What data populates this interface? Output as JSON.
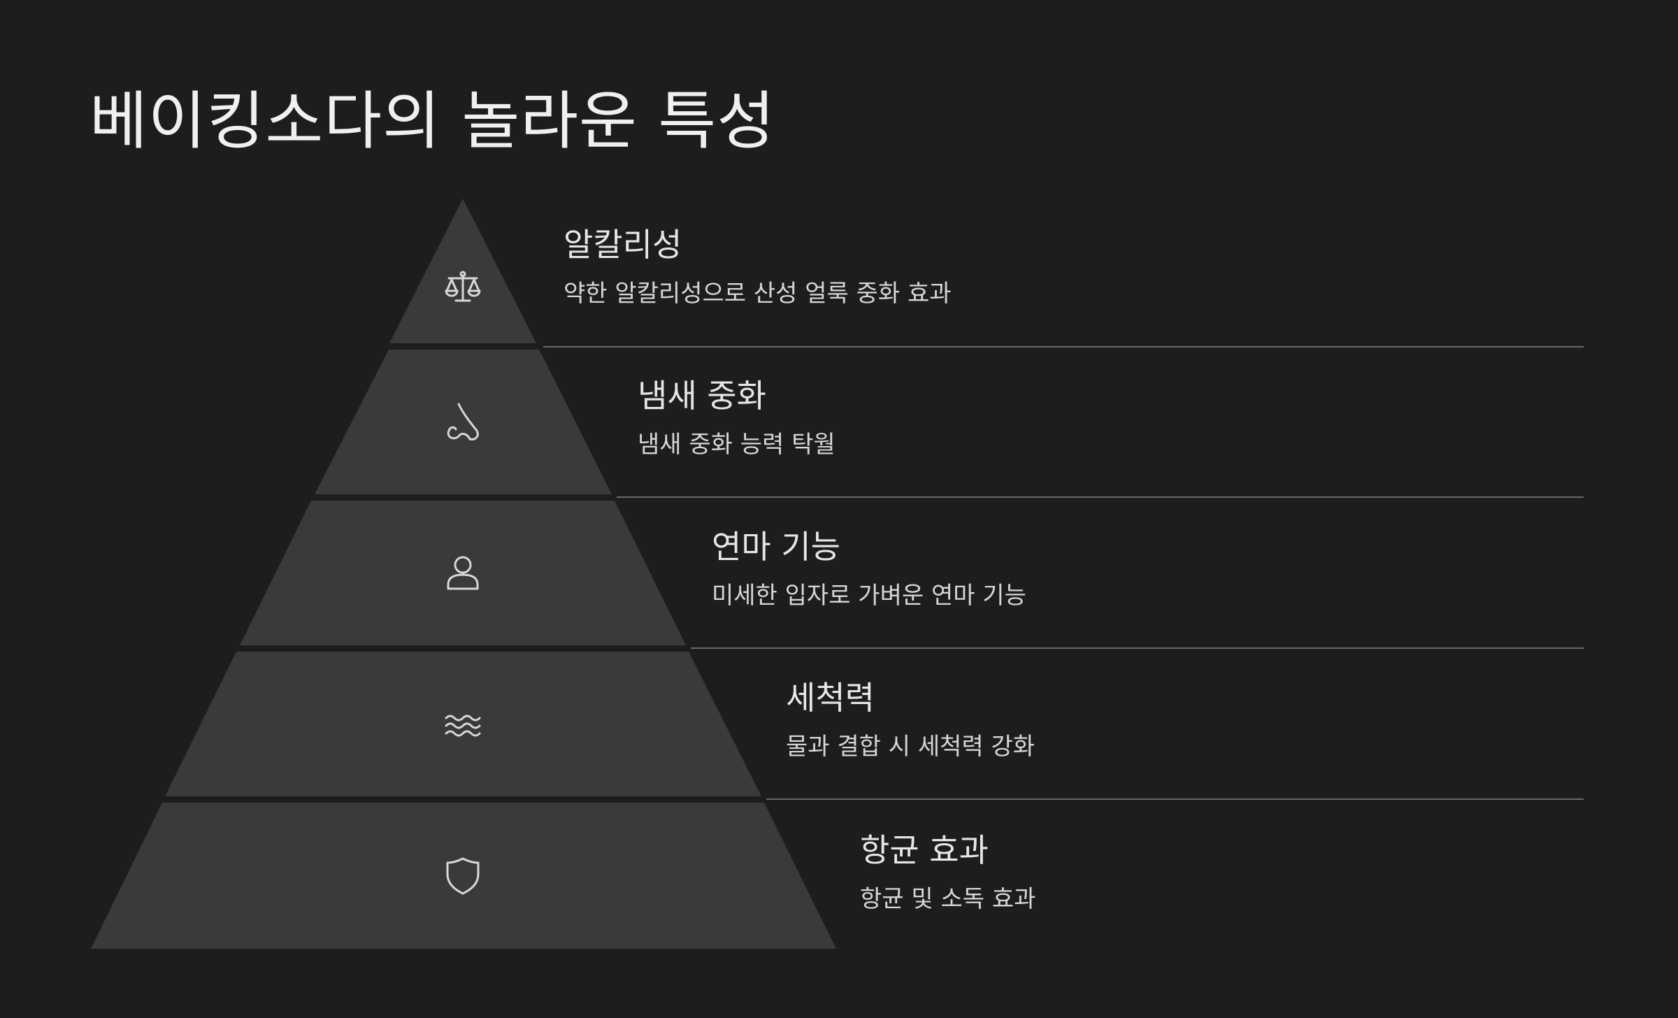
{
  "slide": {
    "title": "베이킹소다의 놀라운 특성"
  },
  "pyramid": {
    "tiers": [
      {
        "heading": "알칼리성",
        "description": "약한 알칼리성으로 산성 얼룩 중화 효과",
        "icon": "balance-scale-icon"
      },
      {
        "heading": "냄새 중화",
        "description": "냄새 중화 능력 탁월",
        "icon": "nose-icon"
      },
      {
        "heading": "연마 기능",
        "description": "미세한 입자로 가벼운 연마 기능",
        "icon": "person-icon"
      },
      {
        "heading": "세척력",
        "description": "물과 결합 시 세척력 강화",
        "icon": "water-waves-icon"
      },
      {
        "heading": "항균 효과",
        "description": "항균 및 소독 효과",
        "icon": "shield-icon"
      }
    ]
  },
  "colors": {
    "background": "#1d1d1c",
    "tier_fill": "#3a3a39",
    "icon_stroke": "#d8d8d6",
    "divider": "#6a6a68"
  }
}
